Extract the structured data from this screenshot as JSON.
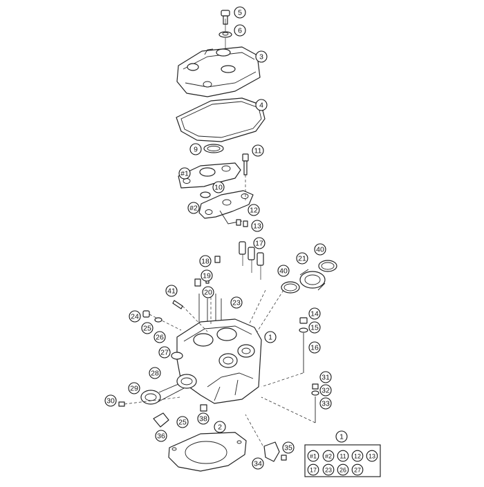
{
  "callouts": [
    {
      "label": "5"
    },
    {
      "label": "6"
    },
    {
      "label": "3"
    },
    {
      "label": "4"
    },
    {
      "label": "9"
    },
    {
      "label": "11"
    },
    {
      "label": "#1"
    },
    {
      "label": "10"
    },
    {
      "label": "#2"
    },
    {
      "label": "12"
    },
    {
      "label": "13"
    },
    {
      "label": "17"
    },
    {
      "label": "40"
    },
    {
      "label": "21"
    },
    {
      "label": "18"
    },
    {
      "label": "40"
    },
    {
      "label": "19"
    },
    {
      "label": "41"
    },
    {
      "label": "20"
    },
    {
      "label": "23"
    },
    {
      "label": "24"
    },
    {
      "label": "14"
    },
    {
      "label": "25"
    },
    {
      "label": "15"
    },
    {
      "label": "26"
    },
    {
      "label": "1"
    },
    {
      "label": "16"
    },
    {
      "label": "27"
    },
    {
      "label": "28"
    },
    {
      "label": "31"
    },
    {
      "label": "29"
    },
    {
      "label": "32"
    },
    {
      "label": "33"
    },
    {
      "label": "30"
    },
    {
      "label": "38"
    },
    {
      "label": "25"
    },
    {
      "label": "2"
    },
    {
      "label": "36"
    },
    {
      "label": "35"
    },
    {
      "label": "34"
    }
  ],
  "kit": {
    "label": "1",
    "items": [
      "#1",
      "#2",
      "11",
      "12",
      "13",
      "17",
      "23",
      "26",
      "27"
    ]
  }
}
